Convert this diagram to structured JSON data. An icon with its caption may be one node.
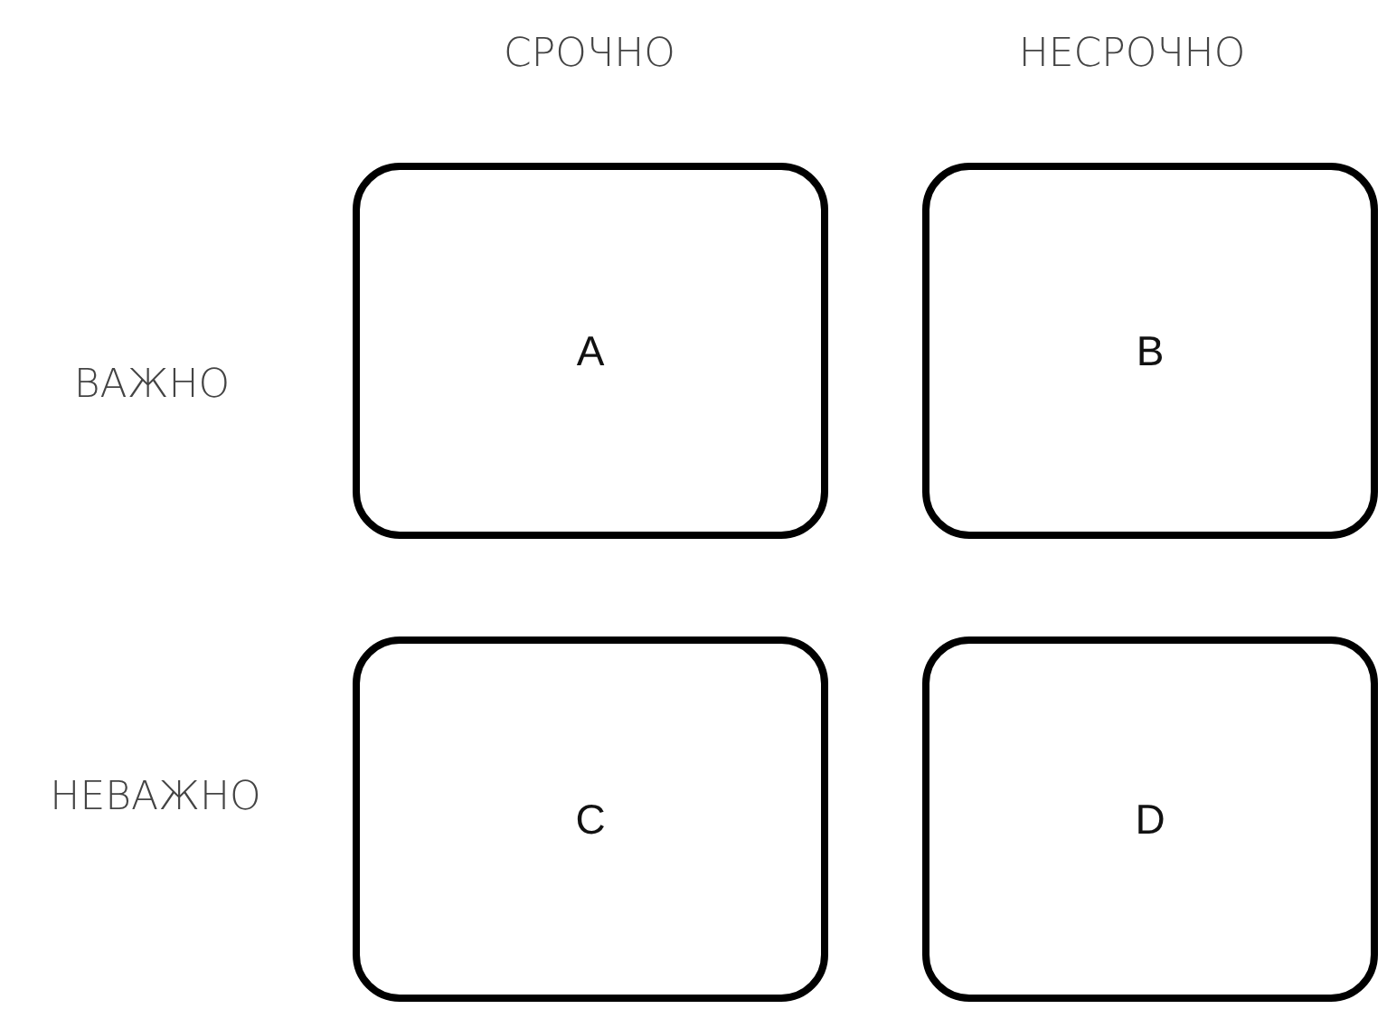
{
  "diagram": {
    "nodes": [
      {
        "text": [
          "A"
        ]
      },
      {
        "text": [
          "B"
        ]
      },
      {
        "text": [
          "C"
        ]
      },
      {
        "text": [
          "D"
        ]
      }
    ],
    "labels": [
      "СРОЧНО",
      "НЕСРОЧНО",
      "ВАЖНО",
      "НЕВАЖНО"
    ]
  }
}
